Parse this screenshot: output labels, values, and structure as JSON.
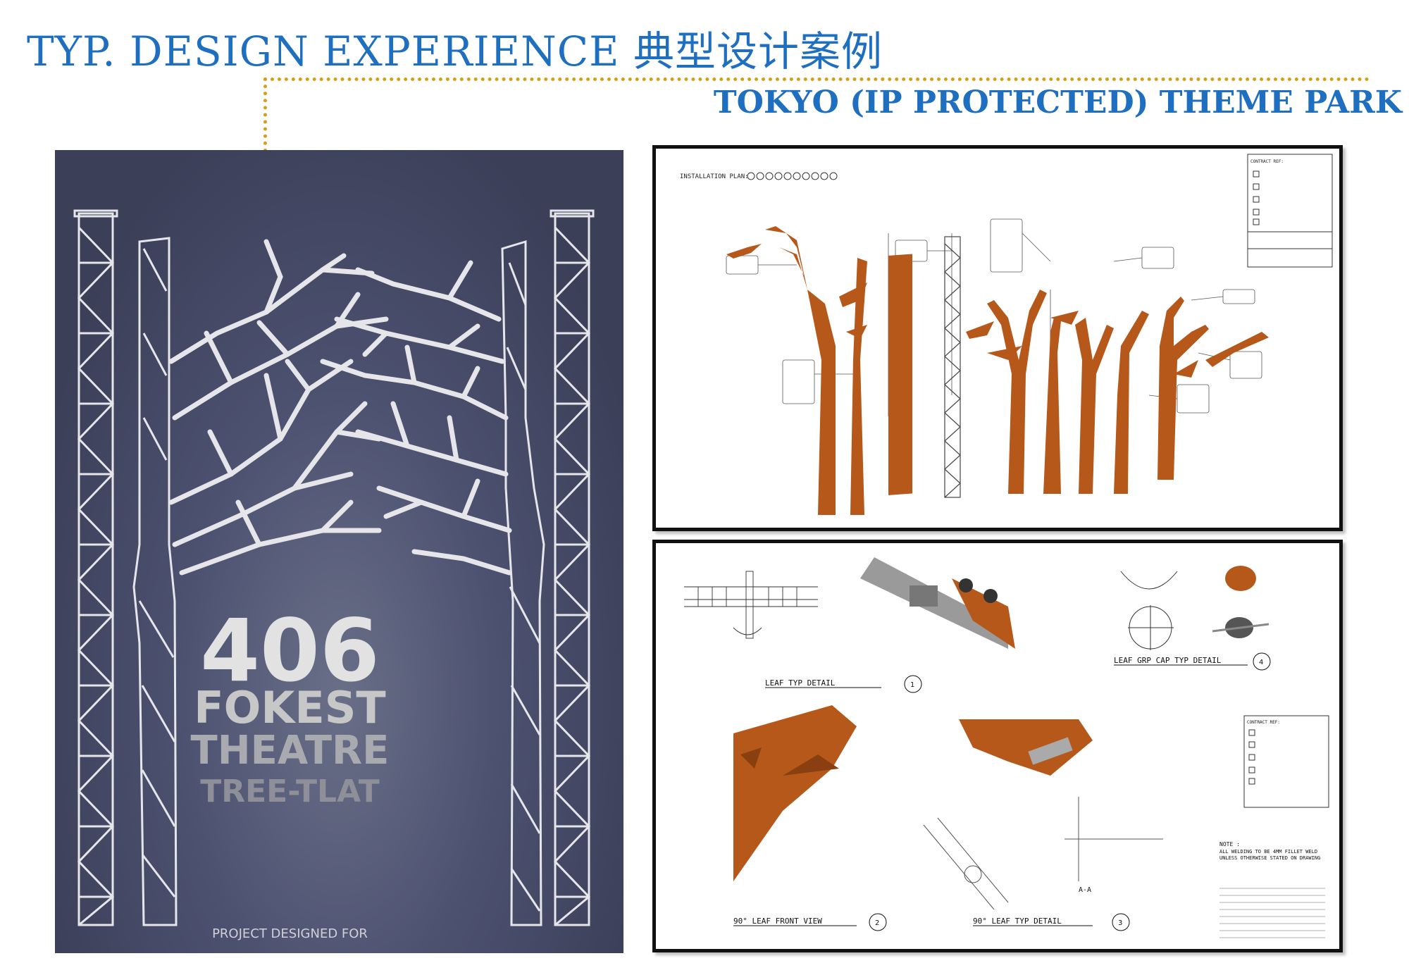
{
  "header": {
    "title": "TYP. DESIGN EXPERIENCE 典型设计案例",
    "subtitle": "TOKYO (IP PROTECTED) THEME PARK"
  },
  "poster": {
    "number": "406",
    "line1": "FOKEST",
    "line2": "THEATRE",
    "line3": "TREE-TLAT",
    "footer": "PROJECT DESIGNED FOR"
  },
  "installation_sheet": {
    "plan_label": "INSTALLATION PLAN:",
    "contract_ref": "CONTRACT REF:"
  },
  "detail_sheet": {
    "detail1": "LEAF TYP DETAIL",
    "detail1_num": "1",
    "detail2": "90° LEAF FRONT VIEW",
    "detail2_num": "2",
    "detail3": "90° LEAF TYP DETAIL",
    "detail3_num": "3",
    "detail4": "LEAF GRP CAP TYP DETAIL",
    "detail4_num": "4",
    "section": "A-A",
    "contract_ref": "CONTRACT REF:",
    "note_title": "NOTE :",
    "note_text": "ALL WELDING TO BE 4MM FILLET WELD UNLESS OTHERWISE STATED ON DRAWING"
  },
  "colors": {
    "title_blue": "#1f6fc0",
    "dotted_gold": "#d4a017",
    "poster_bg": "#4c5170",
    "tree_rust": "#b5581a"
  }
}
